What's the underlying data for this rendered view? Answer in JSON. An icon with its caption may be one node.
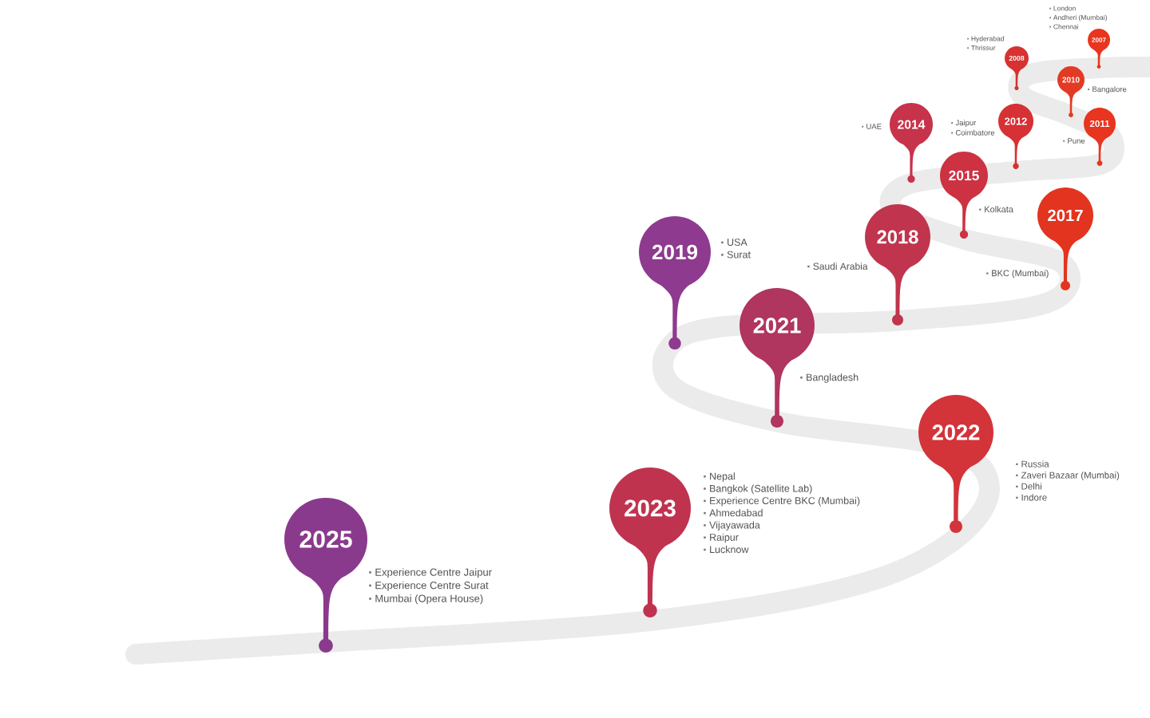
{
  "diagram": {
    "nodes": [
      {
        "text": [
          "2007"
        ],
        "beside": [
          "London",
          "Andheri (Mumbai)",
          "Chennai"
        ]
      },
      {
        "text": [
          "2008"
        ],
        "beside": [
          "Hyderabad",
          "Thrissur"
        ]
      },
      {
        "text": [
          "2010"
        ],
        "beside": [
          "Bangalore"
        ]
      },
      {
        "text": [
          "2011"
        ],
        "beside": [
          "Pune"
        ]
      },
      {
        "text": [
          "2012"
        ],
        "beside": [
          "Jaipur",
          "Coimbatore"
        ]
      },
      {
        "text": [
          "2014"
        ],
        "beside": [
          "UAE"
        ]
      },
      {
        "text": [
          "2015"
        ],
        "beside": [
          "Kolkata"
        ]
      },
      {
        "text": [
          "2017"
        ],
        "beside": [
          "BKC (Mumbai)"
        ]
      },
      {
        "text": [
          "2018"
        ],
        "beside": [
          "Saudi Arabia"
        ]
      },
      {
        "text": [
          "2019"
        ],
        "beside": [
          "USA",
          "Surat"
        ]
      },
      {
        "text": [
          "2021"
        ],
        "beside": [
          "Bangladesh"
        ]
      },
      {
        "text": [
          "2022"
        ],
        "beside": [
          "Russia",
          "Zaveri Bazaar (Mumbai)",
          "Delhi",
          "Indore"
        ]
      },
      {
        "text": [
          "2023"
        ],
        "beside": [
          "Nepal",
          "Bangkok (Satellite Lab)",
          "Experience Centre BKC (Mumbai)",
          "Ahmedabad",
          "Vijayawada",
          "Raipur",
          "Lucknow"
        ]
      },
      {
        "text": [
          "2025"
        ],
        "beside": [
          "Experience Centre Jaipur",
          "Experience Centre Surat",
          "Mumbai (Opera House)"
        ]
      }
    ]
  }
}
